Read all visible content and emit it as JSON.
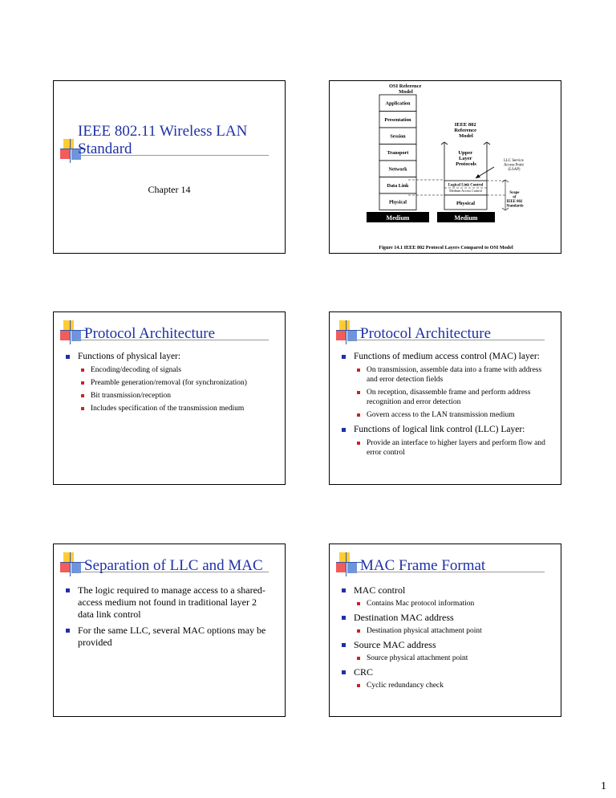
{
  "page_number": "1",
  "slide1": {
    "title": "IEEE 802.11 Wireless LAN Standard",
    "subtitle": "Chapter 14"
  },
  "slide2": {
    "osi_header": "OSI Reference Model",
    "osi_layers": [
      "Application",
      "Presentation",
      "Session",
      "Transport",
      "Network",
      "Data Link",
      "Physical"
    ],
    "ieee_header": "IEEE 802 Reference Model",
    "upper_layer": "Upper Layer Protocols",
    "llc": "Logical Link Control",
    "mac": "Medium Access Control",
    "physical": "Physical",
    "medium": "Medium",
    "lsap": "LLC Service Access Point (LSAP)",
    "scope": "Scope of IEEE 802 Standards",
    "caption": "Figure 14.1  IEEE 802 Protocol Layers Compared to OSI Model"
  },
  "slide3": {
    "title": "Protocol Architecture",
    "bullets": [
      {
        "text": "Functions of physical layer:",
        "sub": [
          "Encoding/decoding of signals",
          "Preamble generation/removal (for synchronization)",
          "Bit transmission/reception",
          "Includes specification of the transmission medium"
        ]
      }
    ]
  },
  "slide4": {
    "title": "Protocol Architecture",
    "bullets": [
      {
        "text": "Functions of medium access control (MAC) layer:",
        "sub": [
          "On transmission, assemble data into a frame with address and error detection fields",
          "On reception, disassemble frame and perform address recognition and error detection",
          "Govern access to the LAN transmission medium"
        ]
      },
      {
        "text": "Functions of logical link control (LLC) Layer:",
        "sub": [
          "Provide an interface to higher layers and perform flow and error control"
        ]
      }
    ]
  },
  "slide5": {
    "title": "Separation of LLC and MAC",
    "bullets": [
      {
        "text": "The logic required to manage access to a shared-access medium not found in traditional layer 2 data link control"
      },
      {
        "text": "For the same LLC, several MAC options may be provided"
      }
    ]
  },
  "slide6": {
    "title": "MAC Frame Format",
    "bullets": [
      {
        "text": "MAC control",
        "sub": [
          "Contains Mac protocol information"
        ]
      },
      {
        "text": "Destination MAC address",
        "sub": [
          "Destination physical attachment point"
        ]
      },
      {
        "text": "Source MAC address",
        "sub": [
          "Source physical attachment point"
        ]
      },
      {
        "text": "CRC",
        "sub": [
          "Cyclic redundancy check"
        ]
      }
    ]
  }
}
